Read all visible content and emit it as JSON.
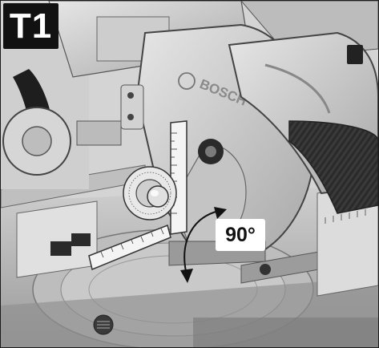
{
  "step_label": "T1",
  "angle_label": "90°",
  "brand_text": "BOSCH"
}
